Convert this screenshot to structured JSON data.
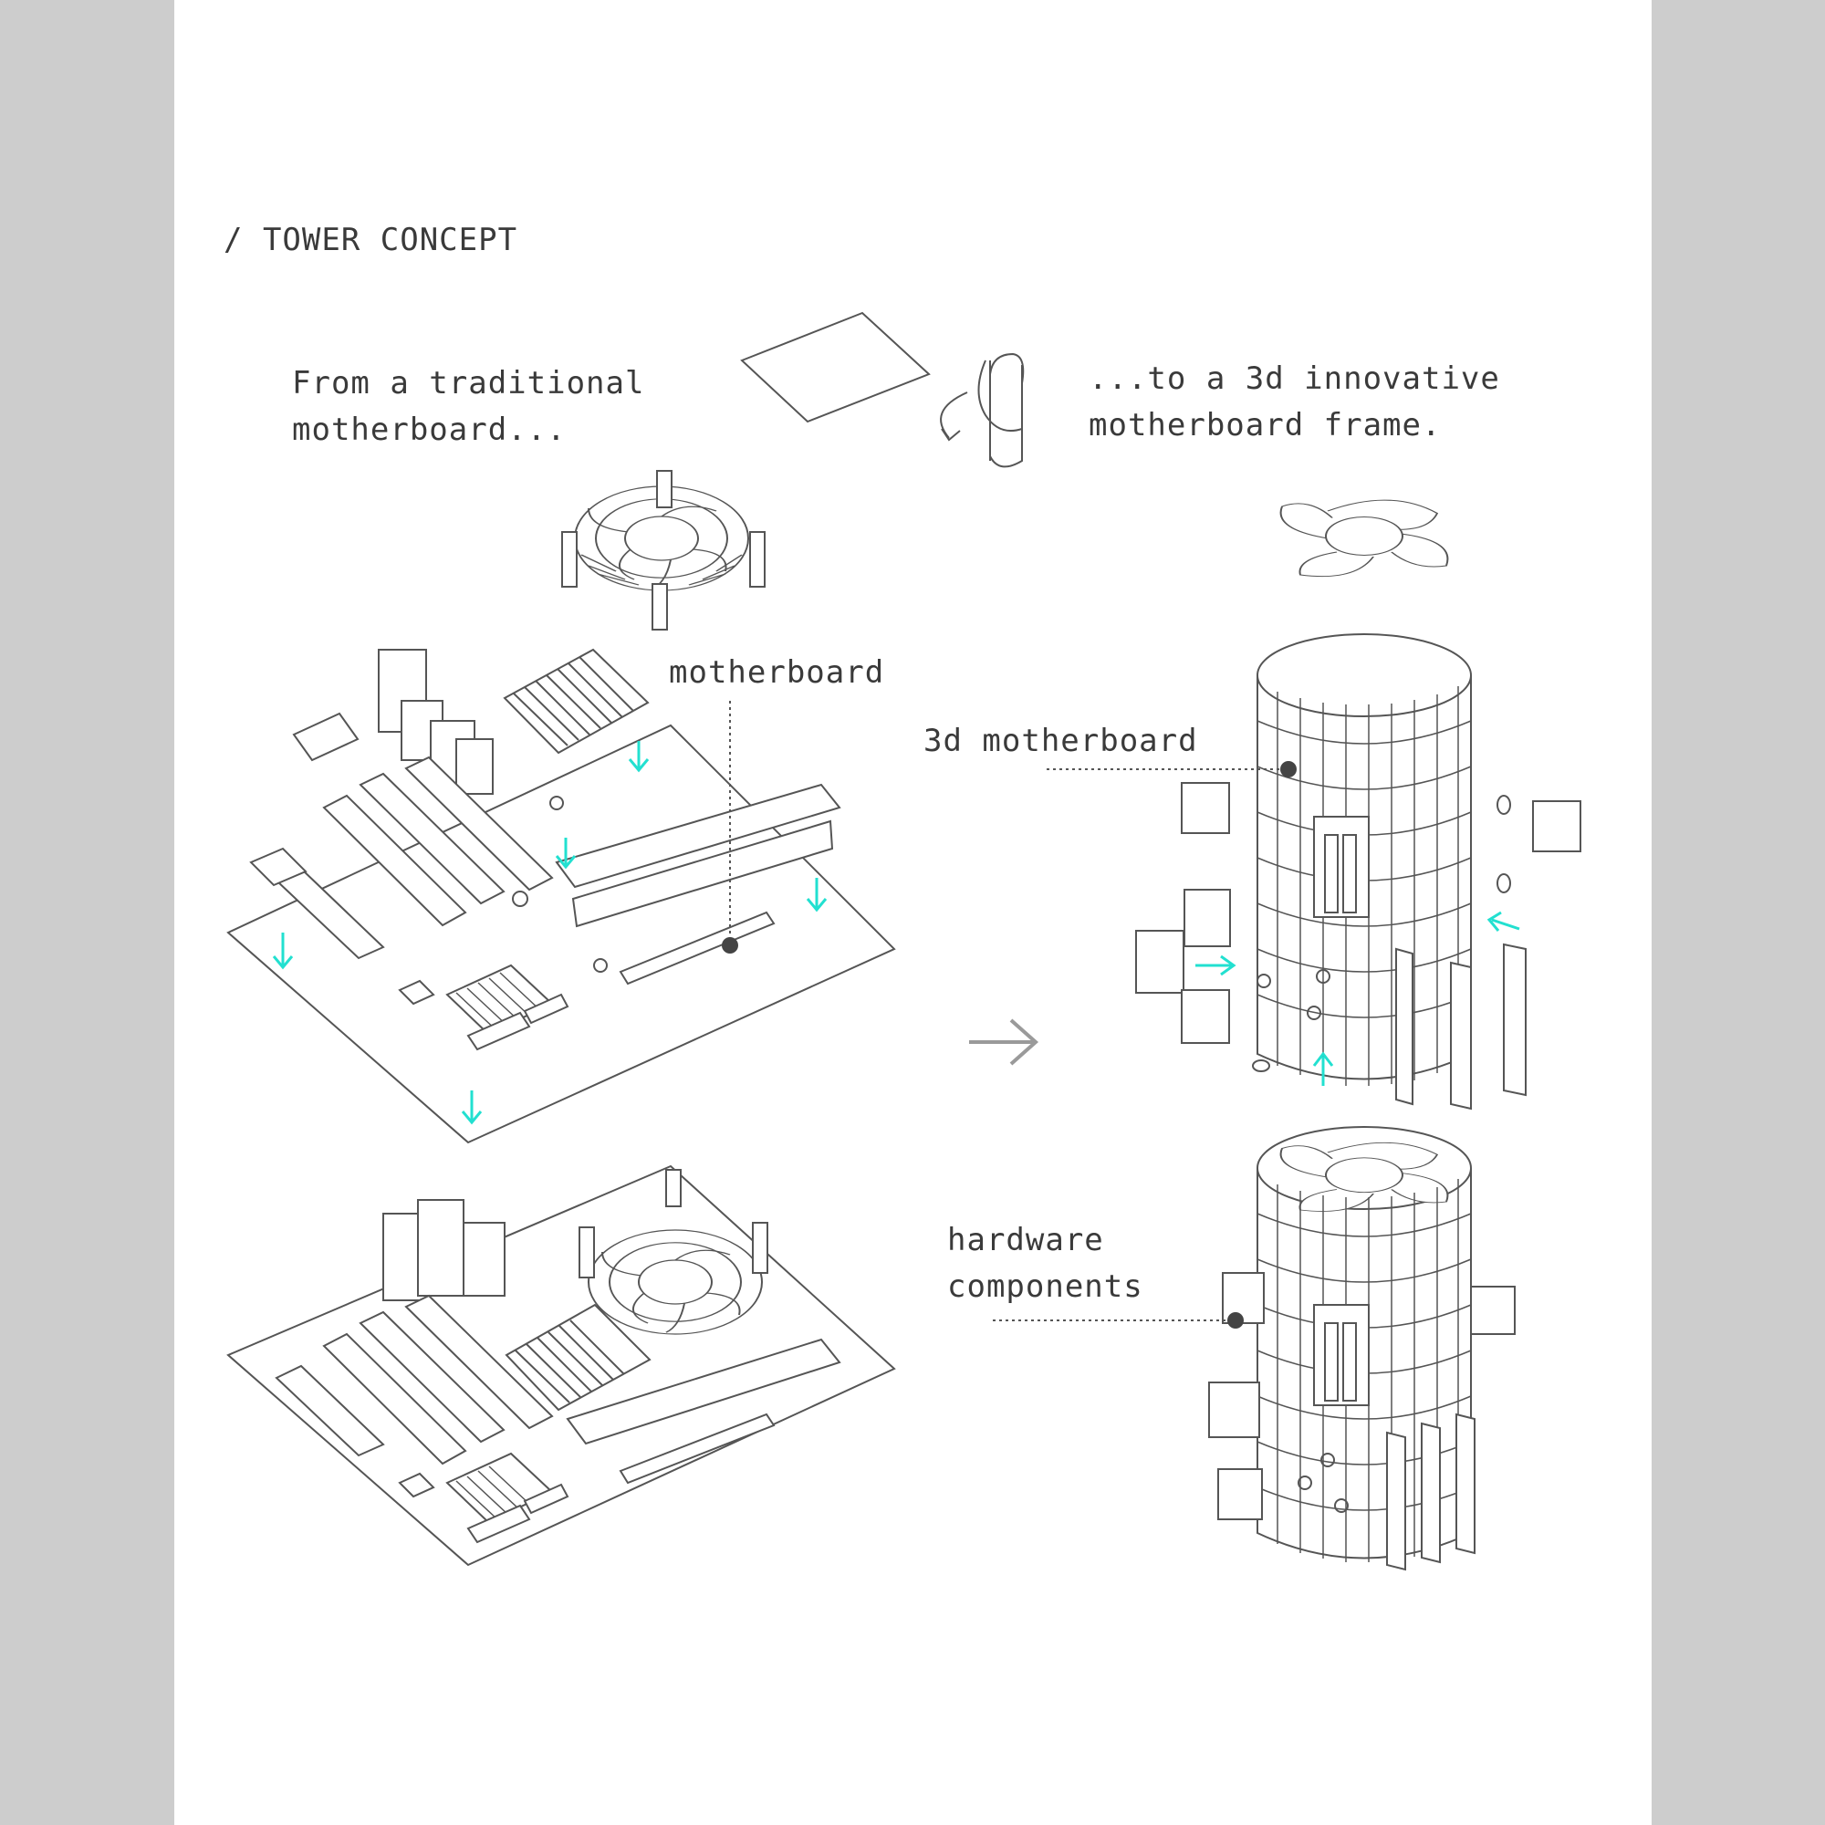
{
  "heading": "/ TOWER CONCEPT",
  "intro_left": {
    "line1": "From a traditional",
    "line2": "motherboard..."
  },
  "intro_right": {
    "line1": "...to a 3d innovative",
    "line2": "motherboard frame."
  },
  "callouts": {
    "motherboard": "motherboard",
    "motherboard_3d": "3d motherboard",
    "hardware": {
      "line1": "hardware",
      "line2": "components"
    }
  },
  "colors": {
    "line": "#555555",
    "accent": "#22e0d0",
    "text": "#3a3a3a",
    "page": "#ffffff",
    "margin": "#cdcdcd"
  }
}
